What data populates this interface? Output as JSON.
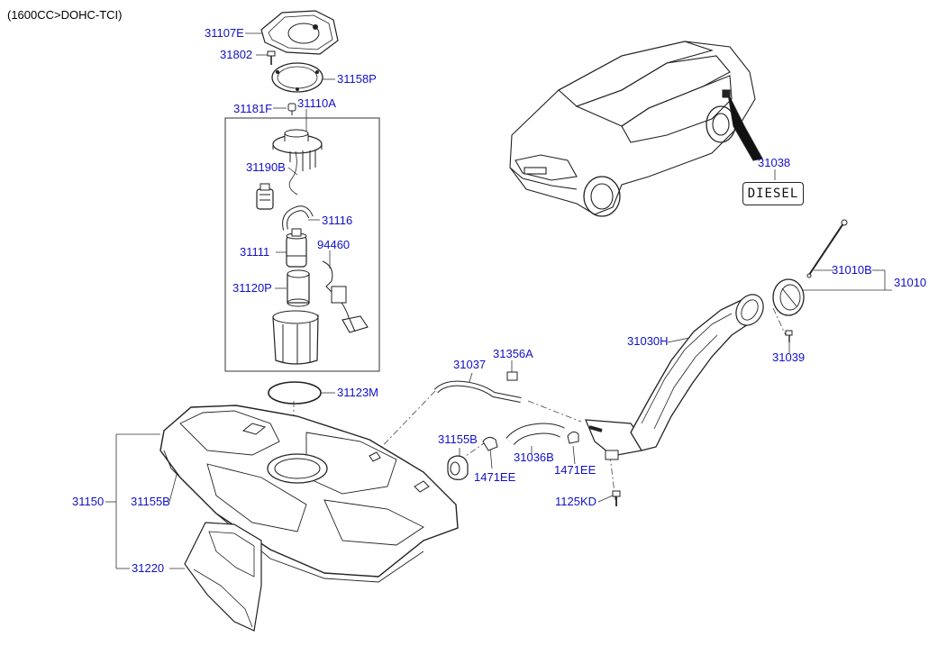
{
  "header": {
    "engine": "(1600CC>DOHC-TCI)"
  },
  "badge": {
    "text": "DIESEL"
  },
  "colors": {
    "label": "#1010c8",
    "line": "#222222"
  },
  "parts": [
    {
      "id": "p-31107E",
      "code": "31107E"
    },
    {
      "id": "p-31802",
      "code": "31802"
    },
    {
      "id": "p-31158P",
      "code": "31158P"
    },
    {
      "id": "p-31181F",
      "code": "31181F"
    },
    {
      "id": "p-31110A",
      "code": "31110A"
    },
    {
      "id": "p-31190B",
      "code": "31190B"
    },
    {
      "id": "p-31116",
      "code": "31116"
    },
    {
      "id": "p-31111",
      "code": "31111"
    },
    {
      "id": "p-94460",
      "code": "94460"
    },
    {
      "id": "p-31120P",
      "code": "31120P"
    },
    {
      "id": "p-31123M",
      "code": "31123M"
    },
    {
      "id": "p-31038",
      "code": "31038"
    },
    {
      "id": "p-31010B",
      "code": "31010B"
    },
    {
      "id": "p-31010",
      "code": "31010"
    },
    {
      "id": "p-31030H",
      "code": "31030H"
    },
    {
      "id": "p-31039",
      "code": "31039"
    },
    {
      "id": "p-31037",
      "code": "31037"
    },
    {
      "id": "p-31356A",
      "code": "31356A"
    },
    {
      "id": "p-31155B-a",
      "code": "31155B"
    },
    {
      "id": "p-31036B",
      "code": "31036B"
    },
    {
      "id": "p-1471EE-a",
      "code": "1471EE"
    },
    {
      "id": "p-1471EE-b",
      "code": "1471EE"
    },
    {
      "id": "p-1125KD",
      "code": "1125KD"
    },
    {
      "id": "p-31150",
      "code": "31150"
    },
    {
      "id": "p-31155B-b",
      "code": "31155B"
    },
    {
      "id": "p-31220",
      "code": "31220"
    }
  ]
}
